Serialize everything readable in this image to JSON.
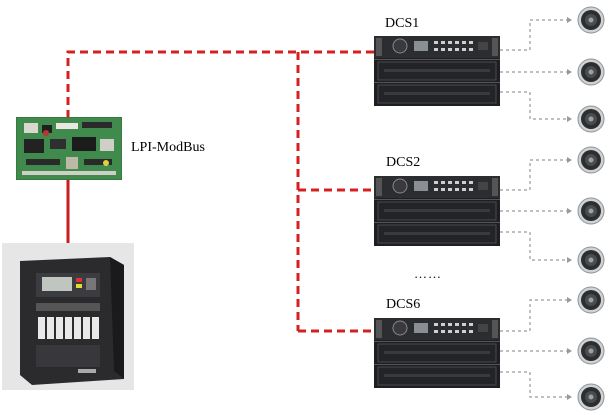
{
  "diagram": {
    "board_label": "LPI-ModBus",
    "dcs_units": [
      {
        "label": "DCS1"
      },
      {
        "label": "DCS2"
      },
      {
        "label": "DCS6"
      }
    ],
    "ellipsis": "……",
    "colors": {
      "bus_line": "#d42020",
      "speaker_link": "#9a9a9a",
      "board_green": "#3f8a4c",
      "panel_dark": "#2b2b2e",
      "amplifier": "#1e1f22"
    },
    "icons": {
      "controller": "modbus-board-icon",
      "panel": "fire-alarm-panel-icon",
      "amplifier": "amplifier-rack-icon",
      "speaker": "speaker-icon"
    }
  }
}
